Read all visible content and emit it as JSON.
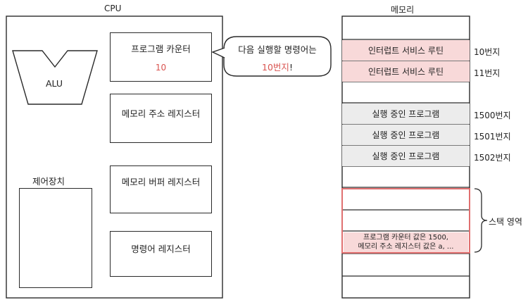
{
  "cpu": {
    "title": "CPU",
    "alu": "ALU",
    "control_unit": "제어장치",
    "registers": {
      "program_counter": "프로그램 카운터",
      "program_counter_value": "10",
      "memory_address": "메모리 주소 레지스터",
      "memory_buffer": "메모리 버퍼 레지스터",
      "instruction": "명령어 레지스터"
    }
  },
  "bubble": {
    "text": "다음 실행할 명령어는",
    "highlight": "10번지",
    "suffix": "!"
  },
  "memory": {
    "title": "메모리",
    "cells": [
      {
        "text": "인터럽트 서비스 루틴",
        "address": "10번지",
        "color": "#f8d9d9"
      },
      {
        "text": "인터럽트 서비스 루틴",
        "address": "11번지",
        "color": "#f8d9d9"
      },
      {
        "text": "실행 중인 프로그램",
        "address": "1500번지",
        "color": "#ececec"
      },
      {
        "text": "실행 중인 프로그램",
        "address": "1501번지",
        "color": "#ececec"
      },
      {
        "text": "실행 중인 프로그램",
        "address": "1502번지",
        "color": "#ececec"
      }
    ],
    "stack_label": "스택 영역",
    "stack_content_line1": "프로그램 카운터 값은 1500,",
    "stack_content_line2": "메모리 주소 레지스터 값은 a, ..."
  },
  "colors": {
    "highlight_text": "#d9534f",
    "stack_border": "#e07070",
    "pink_fill": "#f8d9d9",
    "gray_fill": "#ececec"
  }
}
